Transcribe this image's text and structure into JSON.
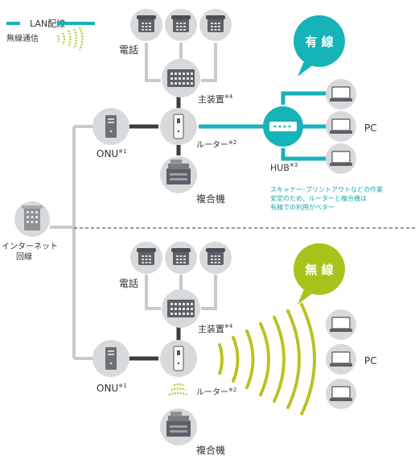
{
  "legend": {
    "lan": "LAN配線",
    "wireless": "無線通信"
  },
  "internet": {
    "line1": "インターネット",
    "line2": "回線"
  },
  "wired": {
    "badge": "有 線",
    "phone": "電話",
    "main_unit": "主装置",
    "main_unit_ref": "※4",
    "router": "ルーター",
    "router_ref": "※2",
    "onu": "ONU",
    "onu_ref": "※1",
    "hub": "HUB",
    "hub_ref": "※3",
    "mfp": "複合機",
    "pc": "PC",
    "note": [
      "スキャナー･プリントアウトなどの作業",
      "安定のため、ルーターと複合機は",
      "有線での利用がベター"
    ]
  },
  "wireless": {
    "badge": "無 線",
    "phone": "電話",
    "main_unit": "主装置",
    "main_unit_ref": "※4",
    "router": "ルーター",
    "router_ref": "※2",
    "onu": "ONU",
    "onu_ref": "※1",
    "mfp": "複合機",
    "pc": "PC"
  },
  "colors": {
    "lan": "#16b3b8",
    "wifi": "#b9c21e",
    "wired_badge": "#16b3b8",
    "wireless_badge": "#a9c31c",
    "gray_line": "#c9cacb",
    "dark_line": "#3a3d40",
    "node": "#d7d9db"
  }
}
